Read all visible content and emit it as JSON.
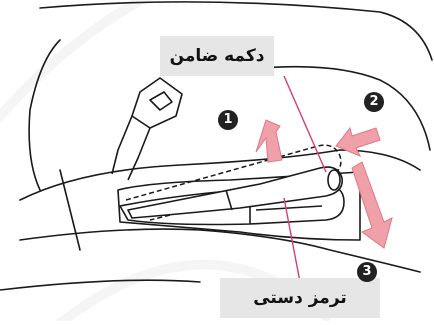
{
  "labels": {
    "button": "دکمه ضامن",
    "handbrake": "ترمز دستی"
  },
  "steps": [
    "1",
    "2",
    "3"
  ],
  "colors": {
    "arrow": "#f0a0a8",
    "leader_line": "#d63b7a",
    "outline": "#1a1a1a",
    "callout_bg": "#e6e6e6"
  },
  "icons": [
    "seat-belt-buckle-icon",
    "lift-arrow-icon",
    "push-arrow-icon",
    "lower-arrow-icon"
  ]
}
